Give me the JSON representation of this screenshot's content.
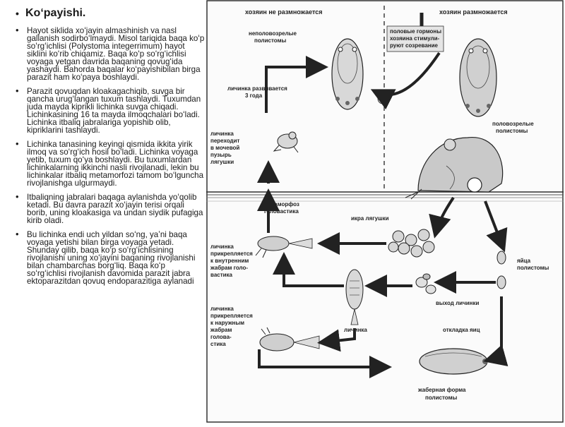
{
  "slide": {
    "title": "Koʻpayishi.",
    "bullets": [
      " Hayot siklida xoʻjayin almashinish va nasl gallanish sodirboʻlmaydi. Misol tariqida baqa koʻp soʻrgʻichlisi (Polystoma integerrimum) hayot siklini koʻrib chiqamiz. Baqa koʻp soʻrgʻichlisi voyaga yetgan davrida baqaning qovugʻida yashaydi. Bahorda baqalar koʻpayishibilan birga parazit ham koʻpaya boshlaydi.",
      "Parazit qovuqdan kloakagachiqib, suvga bir qancha urugʻlangan tuxum tashlaydi. Tuxumdan juda mayda kiprikli lichinka suvga chiqadi. Lichinkasining 16 ta mayda ilmoqchalari boʻladi. Lichinka itbaliq jabralariga yopishib olib, kipriklarini tashlaydi.",
      " Lichinka tanasining keyingi qismida ikkita yirik ilmoq va soʻrgʻich hosil boʻladi. Lichinka voyaga yetib, tuxum qoʻya boshlaydi. Bu tuxumlardan lichinkalarning ikkinchi nasli rivojlanadi, lekin bu lichinkalar itbaliq metamorfozi tamom boʻlguncha rivojlanishga ulgurmaydi.",
      "Itbaliqning jabralari baqaga aylanishda yoʻqolib ketadi. Bu davra parazit xoʻjayin terisi orqali borib, uning kloakasiga va undan siydik pufagiga kirib oladi.",
      "Bu lichinka endi uch yildan soʻng, yaʼni baqa voyaga yetishi bilan birga voyaga yetadi. Shunday qilib, baqa koʻp soʻrgʻichlisining rivojlanishi uning xoʻjayini baqaning rivojlanishi bilan chambarchas borgʻliq. Baqa koʻp soʻrgʻichlisi rivojlanish davomida parazit jabra ektoparazitdan qovuq endoparazitiga aylanadi"
    ],
    "bullet_glyph": "•"
  },
  "diagram": {
    "labels": {
      "host_not_breeding": "хозяин не размножается",
      "host_breeding": "хозяин размножается",
      "immature_polystoma": [
        "неполовозрелые",
        "полистомы"
      ],
      "sex_hormones": [
        "половые гормоны",
        "хозяина стимули-",
        "руют созревание"
      ],
      "larva_3years": [
        "личинка развивается",
        "3 года"
      ],
      "larva_to_bladder": [
        "личинка",
        "переходит",
        "в мочевой",
        "пузырь",
        "лягушки"
      ],
      "mature_polystoma": [
        "половозрелые",
        "полистомы"
      ],
      "metamorphosis": [
        "метаморфоз",
        "головастика"
      ],
      "frog_eggs": "икра лягушки",
      "larva_internal_gills": [
        "личинка",
        "прикрепляется",
        "к внутренним",
        "жабрам голо-",
        "вастика"
      ],
      "polystoma_eggs": [
        "яйца",
        "полистомы"
      ],
      "larva_hatch": "выход личинки",
      "larva": "личинка",
      "egg_laying": "откладка яиц",
      "larva_external_gills": [
        "личинка",
        "прикрепляется",
        "к наружным",
        "жабрам",
        "голова-",
        "стика"
      ],
      "gill_form": [
        "жаберная форма",
        "полистомы"
      ]
    }
  }
}
